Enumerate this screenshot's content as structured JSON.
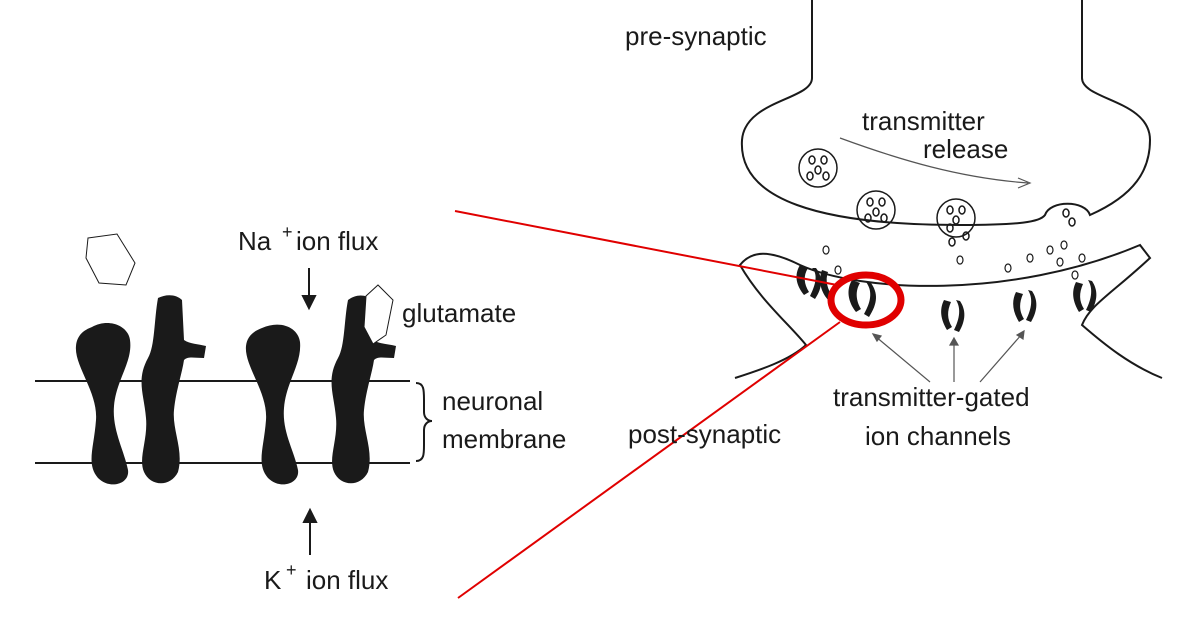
{
  "labels": {
    "pre_synaptic": "pre-synaptic",
    "transmitter_release_line1": "transmitter",
    "transmitter_release_line2": "release",
    "na_ion": "Na",
    "na_superscript": "+",
    "na_flux": "ion flux",
    "k_ion": "K",
    "k_superscript": "+",
    "k_flux": "ion flux",
    "glutamate": "glutamate",
    "neuronal": "neuronal",
    "membrane": "membrane",
    "post_synaptic": "post-synaptic",
    "channels_line1": "transmitter-gated",
    "channels_line2": "ion channels"
  },
  "colors": {
    "ink": "#1a1a1a",
    "highlight": "#e00000",
    "background": "#ffffff"
  }
}
